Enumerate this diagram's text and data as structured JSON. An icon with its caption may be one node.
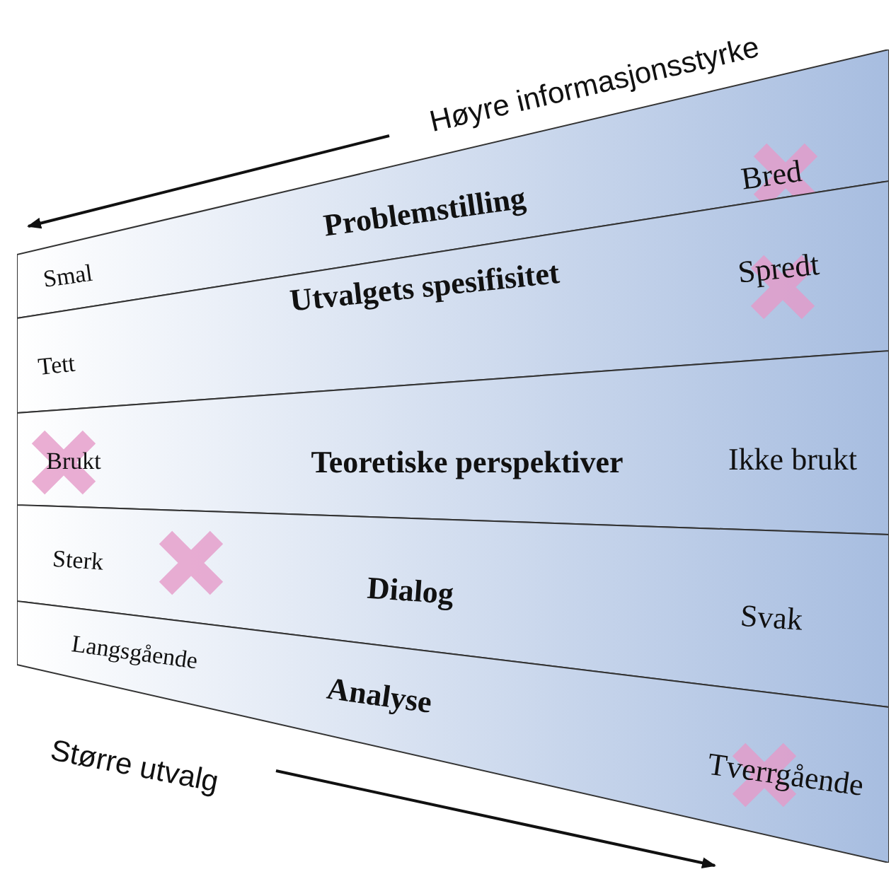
{
  "diagram": {
    "nodes": [
      {
        "text": [
          "Smal",
          "Problemstilling",
          "Bred"
        ]
      },
      {
        "text": [
          "Tett",
          "Utvalgets spesifisitet",
          "Spredt"
        ]
      },
      {
        "text": [
          "Brukt",
          "Teoretiske perspektiver",
          "Ikke brukt"
        ]
      },
      {
        "text": [
          "Sterk",
          "Dialog",
          "Svak"
        ]
      },
      {
        "text": [
          "Langsgående",
          "Analyse",
          "Tverrgående"
        ]
      }
    ],
    "edges": [],
    "labels": [
      "Høyre informasjonsstyrke",
      "Større utvalg"
    ]
  }
}
